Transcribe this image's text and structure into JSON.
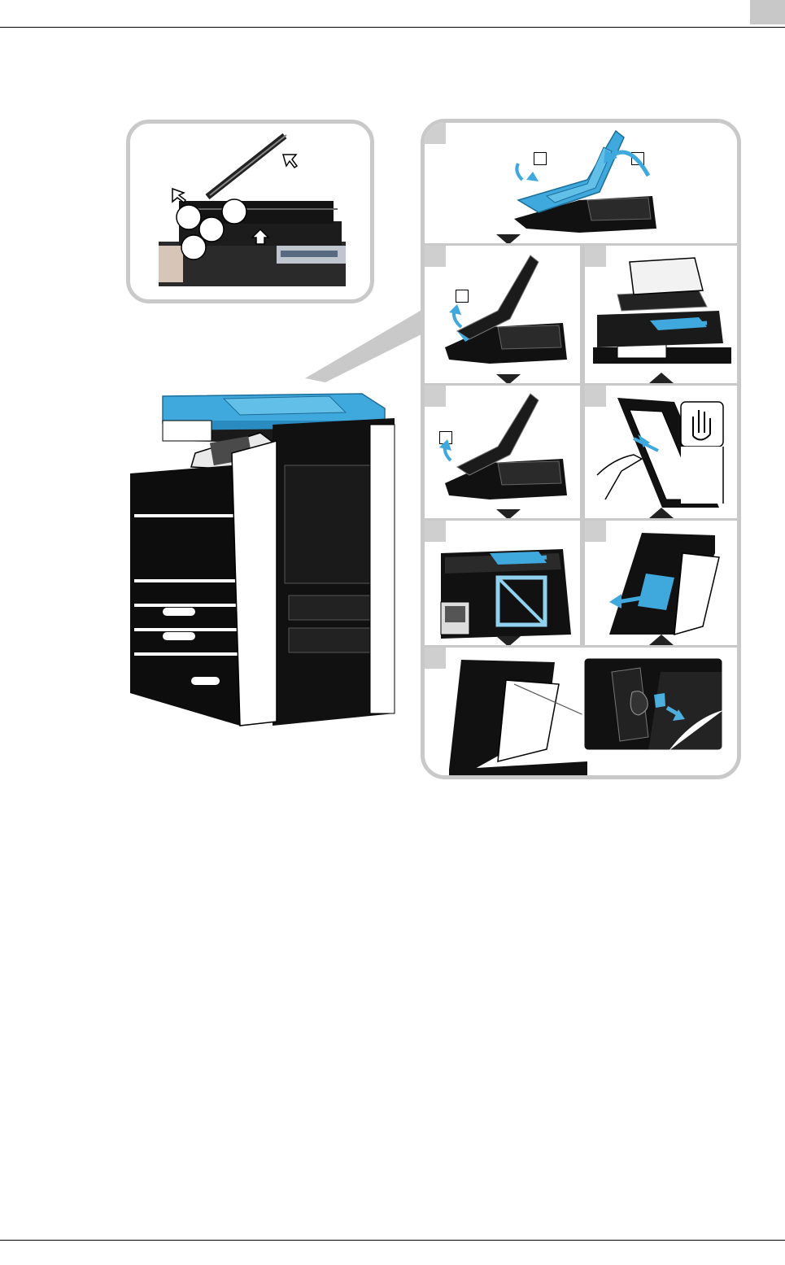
{
  "header": {
    "page_tab": ""
  },
  "figure": {
    "inset_callouts": [
      "",
      "",
      ""
    ],
    "steps": [
      {
        "id": "step-1",
        "callouts": [
          "",
          ""
        ]
      },
      {
        "id": "step-2",
        "callouts": [
          ""
        ]
      },
      {
        "id": "step-3",
        "callouts": [
          ""
        ]
      },
      {
        "id": "step-4",
        "callouts": []
      },
      {
        "id": "step-5",
        "callouts": []
      },
      {
        "id": "step-6",
        "callouts": []
      },
      {
        "id": "step-7",
        "callouts": []
      },
      {
        "id": "step-8",
        "callouts": []
      }
    ]
  },
  "colors": {
    "accent": "#3fa9dd",
    "frame": "#c9c9c9",
    "ink": "#111111"
  }
}
